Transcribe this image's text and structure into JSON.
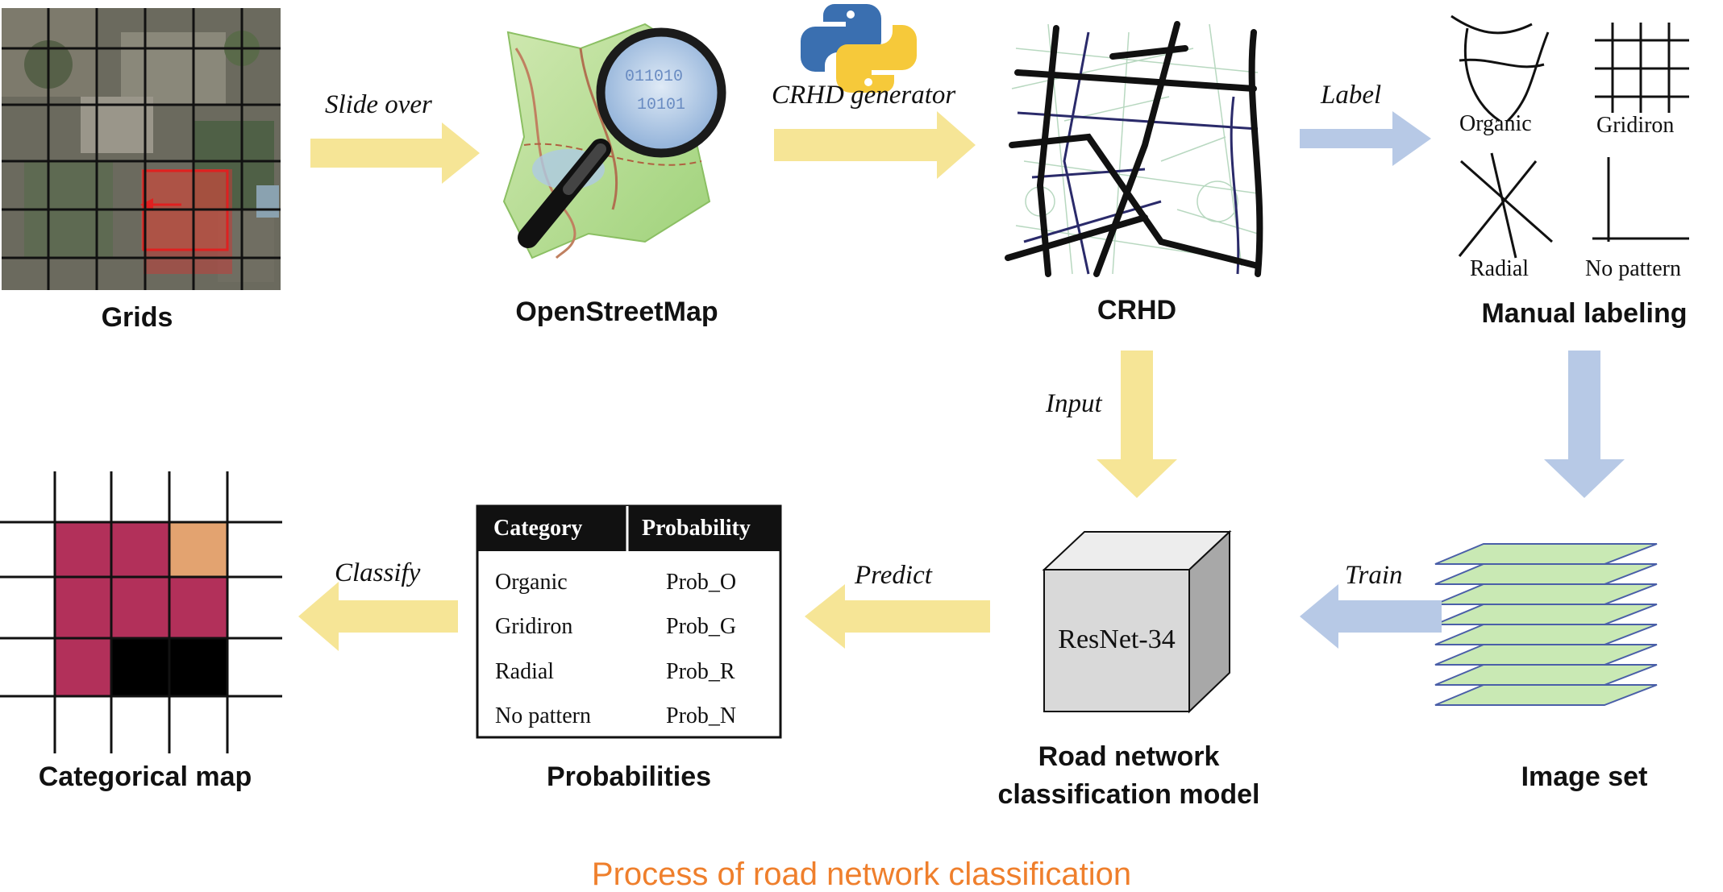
{
  "colors": {
    "yellow_arrow": "#f6e596",
    "blue_arrow": "#b7c9e6",
    "caption": "#ef7f2c",
    "category_red": "#b2305a",
    "category_orange": "#e3a370",
    "category_black": "#000000",
    "layer_fill": "#c9e9b4",
    "layer_stroke": "#4a5fa8"
  },
  "nodes": {
    "grids": "Grids",
    "osm": "OpenStreetMap",
    "crhd": "CRHD",
    "manual_labeling": "Manual labeling",
    "image_set": "Image set",
    "model_line1": "Road network",
    "model_line2": "classification model",
    "probabilities": "Probabilities",
    "categorical_map": "Categorical map"
  },
  "arrows": {
    "slide_over": "Slide over",
    "crhd_generator": "CRHD generator",
    "label": "Label",
    "input": "Input",
    "train": "Train",
    "predict": "Predict",
    "classify": "Classify"
  },
  "patterns": {
    "organic": "Organic",
    "gridiron": "Gridiron",
    "radial": "Radial",
    "no_pattern": "No pattern"
  },
  "model_name": "ResNet-34",
  "table": {
    "headers": [
      "Category",
      "Probability"
    ],
    "rows": [
      [
        "Organic",
        "Prob_O"
      ],
      [
        "Gridiron",
        "Prob_G"
      ],
      [
        "Radial",
        "Prob_R"
      ],
      [
        "No pattern",
        "Prob_N"
      ]
    ]
  },
  "caption": "Process of road network classification"
}
